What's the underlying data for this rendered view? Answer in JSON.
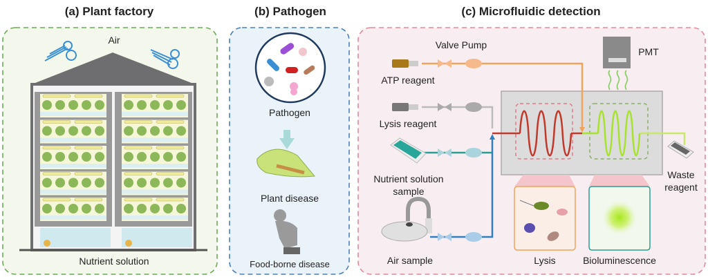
{
  "panels": {
    "a": {
      "title": "(a) Plant factory",
      "air_label": "Air",
      "bottom_label": "Nutrient solution"
    },
    "b": {
      "title": "(b) Pathogen",
      "pathogen_label": "Pathogen",
      "plant_disease_label": "Plant disease",
      "food_disease_label": "Food-borne disease"
    },
    "c": {
      "title": "(c) Microfluidic detection",
      "valve_pump_label": "Valve Pump",
      "atp_label": "ATP reagent",
      "lysis_reagent_label": "Lysis reagent",
      "nutrient_label_1": "Nutrient solution",
      "nutrient_label_2": "sample",
      "air_sample_label": "Air sample",
      "pmt_label": "PMT",
      "waste_label_1": "Waste",
      "waste_label_2": "reagent",
      "lysis_label": "Lysis",
      "biolum_label": "Bioluminescence"
    }
  },
  "colors": {
    "panel_a": "#6aaa55",
    "panel_b": "#4a7fb8",
    "panel_c": "#e08a9a",
    "atp_line": "#f0a35a",
    "lysis_wave": "#c0392b",
    "biolum_wave": "#a6e22e",
    "air_line": "#2f7fc1",
    "nutrient_line": "#2a9d8f"
  }
}
